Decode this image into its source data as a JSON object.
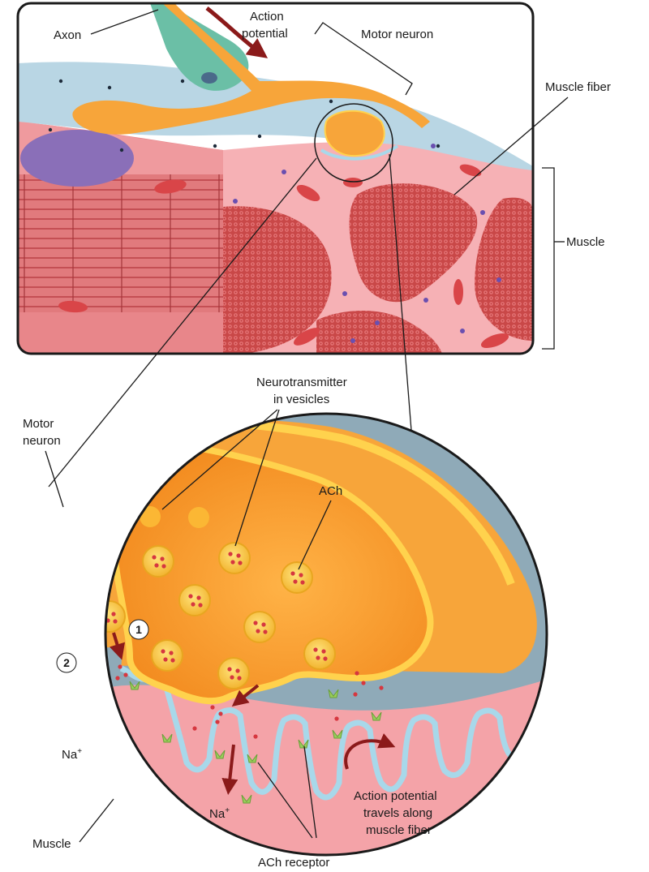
{
  "labels": {
    "axon": "Axon",
    "action_potential_line1": "Action",
    "action_potential_line2": "potential",
    "motor_neuron_top": "Motor neuron",
    "muscle_fiber": "Muscle fiber",
    "muscle_top": "Muscle",
    "neurotransmitter_line1": "Neurotransmitter",
    "neurotransmitter_line2": "in vesicles",
    "motor_neuron_zoom_line1": "Motor",
    "motor_neuron_zoom_line2": "neuron",
    "ach": "ACh",
    "step1": "1",
    "step2": "2",
    "na_left": "Na",
    "na_center": "Na",
    "na_superscript": "+",
    "ap_travels_line1": "Action potential",
    "ap_travels_line2": "travels along",
    "ap_travels_line3": "muscle fiber",
    "muscle_bottom": "Muscle",
    "ach_receptor": "ACh receptor"
  },
  "colors": {
    "muscle_pink": "#f4a3a8",
    "muscle_red": "#d9534f",
    "neuron_orange": "#f7a53a",
    "neuron_yellow": "#ffd24d",
    "extracellular_blue": "#8faab8",
    "membrane_blue": "#a8d8ea",
    "ach_red": "#d6373f",
    "receptor_green": "#9acd5a",
    "arrow_darkred": "#8b1a1a",
    "axon_teal": "#6bbfa6"
  }
}
